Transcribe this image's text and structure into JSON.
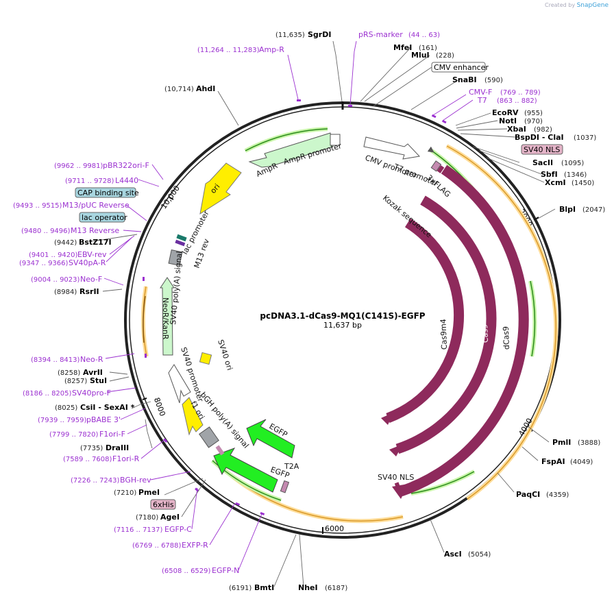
{
  "credit": {
    "prefix": "Created by",
    "brand": "SnapGene"
  },
  "plasmid": {
    "name": "pcDNA3.1-dCas9-MQ1(C141S)-EGFP",
    "size": "11,637 bp"
  },
  "ruler": {
    "ticks": [
      "2000",
      "4000",
      "6000",
      "8000",
      "10,000"
    ]
  },
  "colors": {
    "backbone": "#222222",
    "cds": "#8e2a5c",
    "promoter": "#ffffff",
    "egfp": "#22ee22",
    "ori": "#ffee00",
    "marker": "#ccf7cc",
    "primer": "#9b30d0",
    "primer_bind": "#ffcc66",
    "nls": "#e4b4c8",
    "tag_blue": "#a8d6e0"
  },
  "sites": [
    {
      "name": "SgrDI",
      "pos": "(11,635)"
    },
    {
      "name": "MfeI",
      "pos": "(161)"
    },
    {
      "name": "MluI",
      "pos": "(228)"
    },
    {
      "name": "SnaBI",
      "pos": "(590)"
    },
    {
      "name": "EcoRV",
      "pos": "(955)"
    },
    {
      "name": "NotI",
      "pos": "(970)"
    },
    {
      "name": "XbaI",
      "pos": "(982)"
    },
    {
      "name": "BspDI - ClaI",
      "pos": "(1037)"
    },
    {
      "name": "SacII",
      "pos": "(1095)"
    },
    {
      "name": "SbfI",
      "pos": "(1346)"
    },
    {
      "name": "XcmI",
      "pos": "(1450)"
    },
    {
      "name": "BlpI",
      "pos": "(2047)"
    },
    {
      "name": "PmlI",
      "pos": "(3888)"
    },
    {
      "name": "FspAI",
      "pos": "(4049)"
    },
    {
      "name": "PaqCI",
      "pos": "(4359)"
    },
    {
      "name": "AscI",
      "pos": "(5054)"
    },
    {
      "name": "NheI",
      "pos": "(6187)"
    },
    {
      "name": "BmtI",
      "pos": "(6191)"
    },
    {
      "name": "AgeI",
      "pos": "(7180)"
    },
    {
      "name": "PmeI",
      "pos": "(7210)"
    },
    {
      "name": "DraIII",
      "pos": "(7735)"
    },
    {
      "name": "CsiI - SexAI *",
      "pos": "(8025)"
    },
    {
      "name": "StuI",
      "pos": "(8257)"
    },
    {
      "name": "AvrII",
      "pos": "(8258)"
    },
    {
      "name": "RsrII",
      "pos": "(8984)"
    },
    {
      "name": "BstZ17I",
      "pos": "(9442)"
    },
    {
      "name": "AhdI",
      "pos": "(10,714)"
    }
  ],
  "primers": [
    {
      "name": "pRS-marker",
      "pos": "(44 .. 63)"
    },
    {
      "name": "Amp-R",
      "pos": "(11,264 .. 11,283)"
    },
    {
      "name": "CMV-F",
      "pos": "(769 .. 789)"
    },
    {
      "name": "T7",
      "pos": "(863 .. 882)"
    },
    {
      "name": "pBR322ori-F",
      "pos": "(9962 .. 9981)"
    },
    {
      "name": "L4440",
      "pos": "(9711 .. 9728)"
    },
    {
      "name": "M13/pUC Reverse",
      "pos": "(9493 .. 9515)"
    },
    {
      "name": "M13 Reverse",
      "pos": "(9480 .. 9496)"
    },
    {
      "name": "EBV-rev",
      "pos": "(9401 .. 9420)"
    },
    {
      "name": "SV40pA-R",
      "pos": "(9347 .. 9366)"
    },
    {
      "name": "Neo-F",
      "pos": "(9004 .. 9023)"
    },
    {
      "name": "Neo-R",
      "pos": "(8394 .. 8413)"
    },
    {
      "name": "SV40pro-F",
      "pos": "(8186 .. 8205)"
    },
    {
      "name": "pBABE 3'",
      "pos": "(7939 .. 7959)"
    },
    {
      "name": "F1ori-F",
      "pos": "(7799 .. 7820)"
    },
    {
      "name": "F1ori-R",
      "pos": "(7589 .. 7608)"
    },
    {
      "name": "BGH-rev",
      "pos": "(7226 .. 7243)"
    },
    {
      "name": "EGFP-C",
      "pos": "(7116 .. 7137)"
    },
    {
      "name": "EXFP-R",
      "pos": "(6769 .. 6788)"
    },
    {
      "name": "EGFP-N",
      "pos": "(6508 .. 6529)"
    }
  ],
  "boxed": {
    "cmv_enhancer": "CMV enhancer",
    "sv40_nls": "SV40 NLS",
    "cap_binding": "CAP binding site",
    "lac_operator": "lac operator",
    "his": "6xHis"
  },
  "features": {
    "cmv_promoter": "CMV promoter",
    "t7_promoter": "T7 promoter",
    "kozak": "Kozak sequence",
    "flag": "3xFLAG",
    "cas9m4": "Cas9m4",
    "cas9": "Cas9",
    "dcas9": "dCas9",
    "sv40_nls_inner": "SV40 NLS",
    "t2a": "T2A",
    "egfp1": "EGFP",
    "egfp2": "EGFP",
    "bgh": "bGH poly(A) signal",
    "f1ori": "f1 ori",
    "sv40_promoter": "SV40 promoter",
    "sv40_ori": "SV40 ori",
    "neo": "NeoR/KanR",
    "sv40_polya": "SV40 poly(A) signal",
    "m13rev": "M13 rev",
    "lac_promoter": "lac promoter",
    "ori": "ori",
    "ampr": "AmpR",
    "ampr_promoter": "AmpR promoter"
  }
}
